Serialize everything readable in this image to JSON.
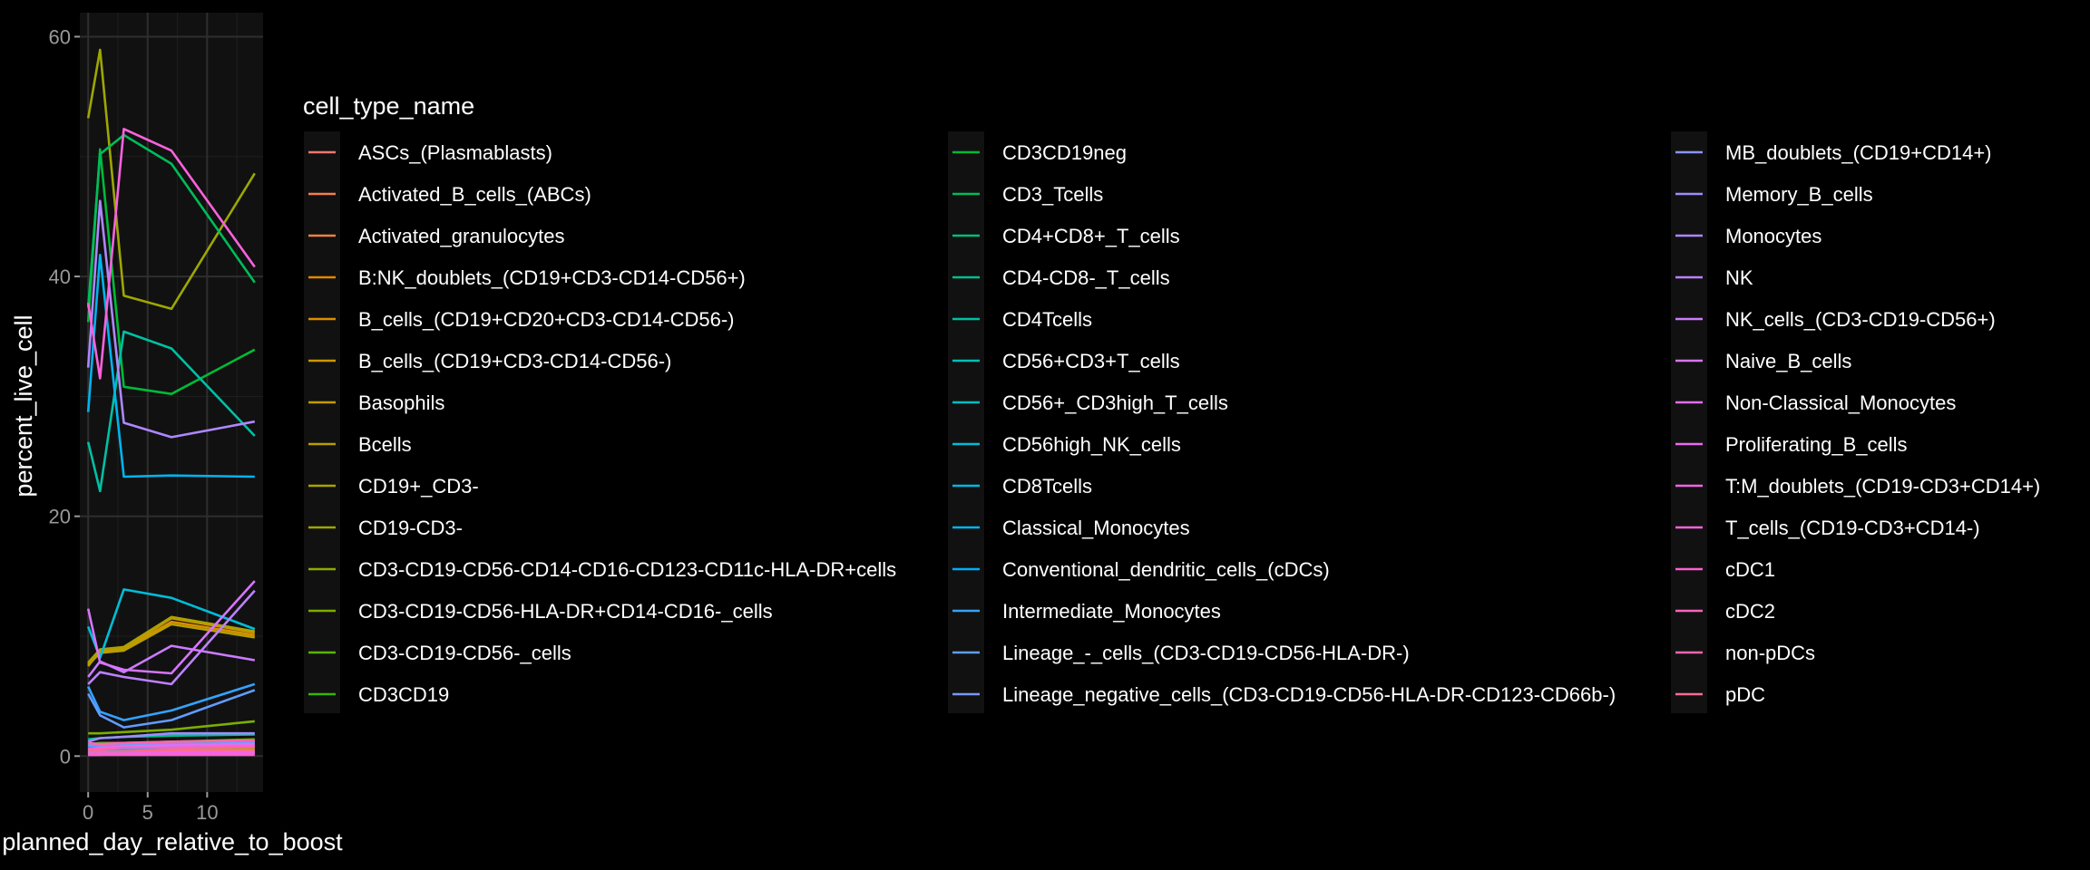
{
  "chart_data": {
    "type": "line",
    "title": "",
    "xlabel": "planned_day_relative_to_boost",
    "ylabel": "percent_live_cell",
    "xlim": [
      -0.7,
      14.7
    ],
    "ylim": [
      -3,
      62
    ],
    "x_ticks": [
      0,
      5,
      10
    ],
    "y_ticks": [
      0,
      20,
      40,
      60
    ],
    "grid": true,
    "theme": "dark",
    "legend": {
      "title": "cell_type_name",
      "position": "right",
      "columns": 3
    },
    "x": [
      0,
      1,
      3,
      7,
      14
    ],
    "series": [
      {
        "name": "ASCs_(Plasmablasts)",
        "color": "#F8766D",
        "values": [
          0.5,
          0.6,
          0.8,
          0.9,
          1.1
        ]
      },
      {
        "name": "Activated_B_cells_(ABCs)",
        "color": "#F47D4D",
        "values": [
          0.3,
          0.4,
          0.5,
          0.6,
          0.7
        ]
      },
      {
        "name": "Activated_granulocytes",
        "color": "#EE8144",
        "values": [
          0.2,
          0.3,
          0.3,
          0.4,
          0.4
        ]
      },
      {
        "name": "B:NK_doublets_(CD19+CD3-CD14-CD56+)",
        "color": "#E58700",
        "values": [
          0.1,
          0.2,
          0.2,
          0.2,
          0.3
        ]
      },
      {
        "name": "B_cells_(CD19+CD20+CD3-CD14-CD56-)",
        "color": "#DB8E00",
        "values": [
          7.5,
          8.8,
          8.9,
          11.2,
          10.1
        ]
      },
      {
        "name": "B_cells_(CD19+CD3-CD14-CD56-)",
        "color": "#CD9600",
        "values": [
          7.7,
          8.7,
          9.0,
          11.5,
          10.3
        ]
      },
      {
        "name": "Basophils",
        "color": "#C49A00",
        "values": [
          0.6,
          0.5,
          0.5,
          0.5,
          0.6
        ]
      },
      {
        "name": "Bcells",
        "color": "#B79F00",
        "values": [
          7.6,
          8.6,
          8.8,
          11.0,
          9.9
        ]
      },
      {
        "name": "CD19+_CD3-",
        "color": "#ABA300",
        "values": [
          7.8,
          8.9,
          9.1,
          11.6,
          10.4
        ]
      },
      {
        "name": "CD19-CD3-",
        "color": "#9DA700",
        "values": [
          53.2,
          58.9,
          38.4,
          37.3,
          48.6
        ]
      },
      {
        "name": "CD3-CD19-CD56-CD14-CD16-CD123-CD11c-HLA-DR+cells",
        "color": "#8EAB00",
        "values": [
          0.5,
          0.6,
          0.6,
          0.7,
          0.8
        ]
      },
      {
        "name": "CD3-CD19-CD56-HLA-DR+CD14-CD16-_cells",
        "color": "#7CAE00",
        "values": [
          1.9,
          1.9,
          2.0,
          2.2,
          2.9
        ]
      },
      {
        "name": "CD3-CD19-CD56-_cells",
        "color": "#5BB300",
        "values": [
          0.8,
          0.9,
          1.0,
          1.2,
          1.4
        ]
      },
      {
        "name": "CD3CD19",
        "color": "#39B600",
        "values": [
          1.0,
          1.1,
          1.1,
          1.2,
          1.3
        ]
      },
      {
        "name": "CD3CD19neg",
        "color": "#00BA38",
        "values": [
          36.2,
          50.6,
          30.8,
          30.2,
          33.9
        ]
      },
      {
        "name": "CD3_Tcells",
        "color": "#00BC59",
        "values": [
          37.4,
          50.2,
          51.8,
          49.4,
          39.5
        ]
      },
      {
        "name": "CD4+CD8+_T_cells",
        "color": "#00BF74",
        "values": [
          0.2,
          0.2,
          0.3,
          0.3,
          0.3
        ]
      },
      {
        "name": "CD4-CD8-_T_cells",
        "color": "#00C08D",
        "values": [
          1.4,
          1.5,
          1.6,
          1.7,
          1.8
        ]
      },
      {
        "name": "CD4Tcells",
        "color": "#00C0A3",
        "values": [
          26.2,
          22.1,
          35.4,
          34.0,
          26.7
        ]
      },
      {
        "name": "CD56+CD3+T_cells",
        "color": "#00C0B8",
        "values": [
          0.9,
          1.0,
          1.0,
          1.1,
          1.2
        ]
      },
      {
        "name": "CD56+_CD3high_T_cells",
        "color": "#00BFC4",
        "values": [
          0.3,
          0.3,
          0.4,
          0.4,
          0.5
        ]
      },
      {
        "name": "CD56high_NK_cells",
        "color": "#00BCD8",
        "values": [
          10.8,
          8.2,
          13.9,
          13.2,
          10.6
        ]
      },
      {
        "name": "CD8Tcells",
        "color": "#00B9E3",
        "values": [
          0.4,
          0.5,
          0.6,
          0.7,
          0.8
        ]
      },
      {
        "name": "Classical_Monocytes",
        "color": "#00B4EF",
        "values": [
          28.7,
          41.8,
          23.3,
          23.4,
          23.3
        ]
      },
      {
        "name": "Conventional_dendritic_cells_(cDCs)",
        "color": "#00ADFA",
        "values": [
          0.8,
          0.7,
          0.8,
          0.8,
          0.9
        ]
      },
      {
        "name": "Intermediate_Monocytes",
        "color": "#35A2FF",
        "values": [
          5.8,
          3.7,
          3.0,
          3.8,
          6.0
        ]
      },
      {
        "name": "Lineage_-_cells_(CD3-CD19-CD56-HLA-DR-)",
        "color": "#619CFF",
        "values": [
          5.2,
          3.4,
          2.4,
          3.0,
          5.5
        ]
      },
      {
        "name": "Lineage_negative_cells_(CD3-CD19-CD56-HLA-DR-CD123-CD66b-)",
        "color": "#7997FF",
        "values": [
          0.9,
          0.9,
          1.0,
          1.0,
          1.1
        ]
      },
      {
        "name": "MB_doublets_(CD19+CD14+)",
        "color": "#8B93FF",
        "values": [
          0.3,
          0.3,
          0.3,
          0.4,
          0.4
        ]
      },
      {
        "name": "Memory_B_cells",
        "color": "#9F8CFF",
        "values": [
          1.2,
          1.5,
          1.6,
          1.9,
          1.9
        ]
      },
      {
        "name": "Monocytes",
        "color": "#AE87FF",
        "values": [
          32.4,
          46.3,
          27.8,
          26.6,
          27.9
        ]
      },
      {
        "name": "NK",
        "color": "#BD81FF",
        "values": [
          6.0,
          7.0,
          6.6,
          6.0,
          13.8
        ]
      },
      {
        "name": "NK_cells_(CD3-CD19-CD56+)",
        "color": "#CB7BFF",
        "values": [
          6.6,
          7.9,
          7.0,
          9.2,
          8.0
        ]
      },
      {
        "name": "Naive_B_cells",
        "color": "#D874FD",
        "values": [
          12.3,
          7.8,
          7.2,
          6.9,
          14.6
        ]
      },
      {
        "name": "Non-Classical_Monocytes",
        "color": "#E36EF6",
        "values": [
          0.6,
          0.7,
          0.8,
          0.9,
          1.0
        ]
      },
      {
        "name": "Proliferating_B_cells",
        "color": "#EB6AEE",
        "values": [
          0.1,
          0.1,
          0.2,
          0.2,
          0.2
        ]
      },
      {
        "name": "T:M_doublets_(CD19-CD3+CD14+)",
        "color": "#F265E7",
        "values": [
          0.2,
          0.2,
          0.2,
          0.3,
          0.3
        ]
      },
      {
        "name": "T_cells_(CD19-CD3+CD14-)",
        "color": "#F962DD",
        "values": [
          37.8,
          31.5,
          52.3,
          50.5,
          40.8
        ]
      },
      {
        "name": "cDC1",
        "color": "#FD61D1",
        "values": [
          0.1,
          0.1,
          0.1,
          0.1,
          0.1
        ]
      },
      {
        "name": "cDC2",
        "color": "#FF62BC",
        "values": [
          0.6,
          0.6,
          0.7,
          0.7,
          0.8
        ]
      },
      {
        "name": "non-pDCs",
        "color": "#FF65AE",
        "values": [
          1.1,
          1.0,
          1.1,
          1.2,
          1.3
        ]
      },
      {
        "name": "pDC",
        "color": "#FF6C91",
        "values": [
          0.4,
          0.4,
          0.4,
          0.5,
          0.5
        ]
      }
    ]
  }
}
